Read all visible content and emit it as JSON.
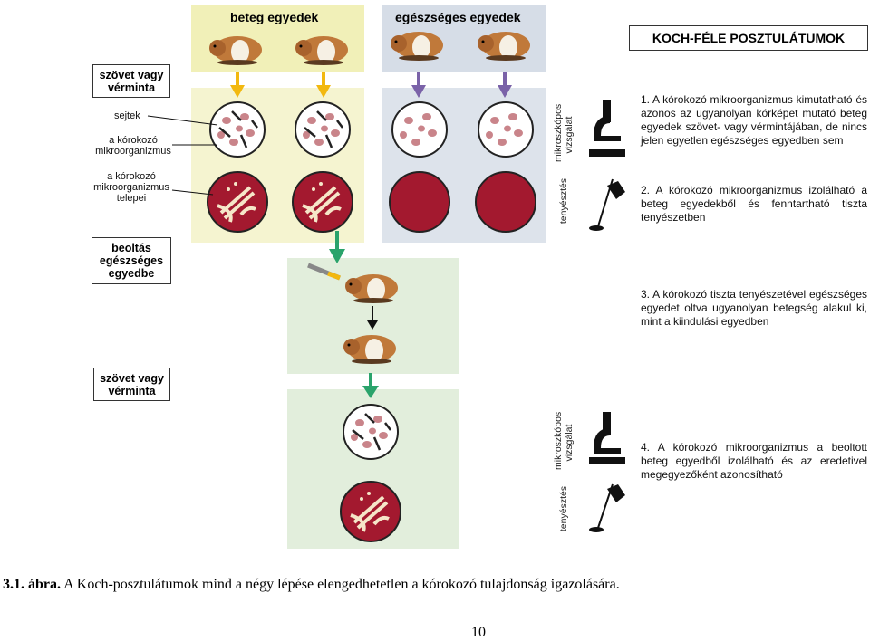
{
  "groups": {
    "sick": "beteg egyedek",
    "healthy": "egészséges egyedek"
  },
  "title": "KOCH-FÉLE POSZTULÁTUMOK",
  "left_labels": {
    "sample1": "szövet vagy vérminta",
    "cells": "sejtek",
    "pathogen": "a kórokozó mikroorganizmus",
    "colonies": "a kórokozó mikroorganizmus telepei",
    "inoculation": "beoltás egészséges egyedbe",
    "sample2": "szövet vagy vérminta"
  },
  "methods": {
    "microscopy": "mikroszkópos vizsgálat",
    "culture": "tenyésztés"
  },
  "steps": [
    "1. A kórokozó mikroorganizmus kimutatható és azonos az ugyanolyan kórképet mutató beteg egyedek szövet- vagy vérmintájában, de nincs jelen egyetlen egészséges egyedben sem",
    "2. A kórokozó mikroorganizmus izolálható a beteg egyedekből és fenntartható tiszta tenyészetben",
    "3. A kórokozó tiszta tenyészetével egészséges egyedet oltva ugyanolyan betegség alakul ki, mint a kiindulási egyedben",
    "4. A kórokozó mikroorganizmus a beoltott beteg egyedből izolálható és az eredetivel megegyezőként azonosítható"
  ],
  "caption": {
    "label": "3.1. ábra.",
    "text": "A Koch-posztulátumok mind a négy lépése elengedhetetlen a kórokozó tulajdonság igazolására."
  },
  "page_number": "10",
  "colors": {
    "sick_panel": "#f3f2c4",
    "healthy_panel": "#dbe2ea",
    "green_panel": "#e2eedc",
    "culture": "#a3192f",
    "cell": "#c9848a",
    "arrow_yellow": "#f2b80f",
    "arrow_purple": "#7a62a8",
    "arrow_green": "#2aa36b"
  }
}
